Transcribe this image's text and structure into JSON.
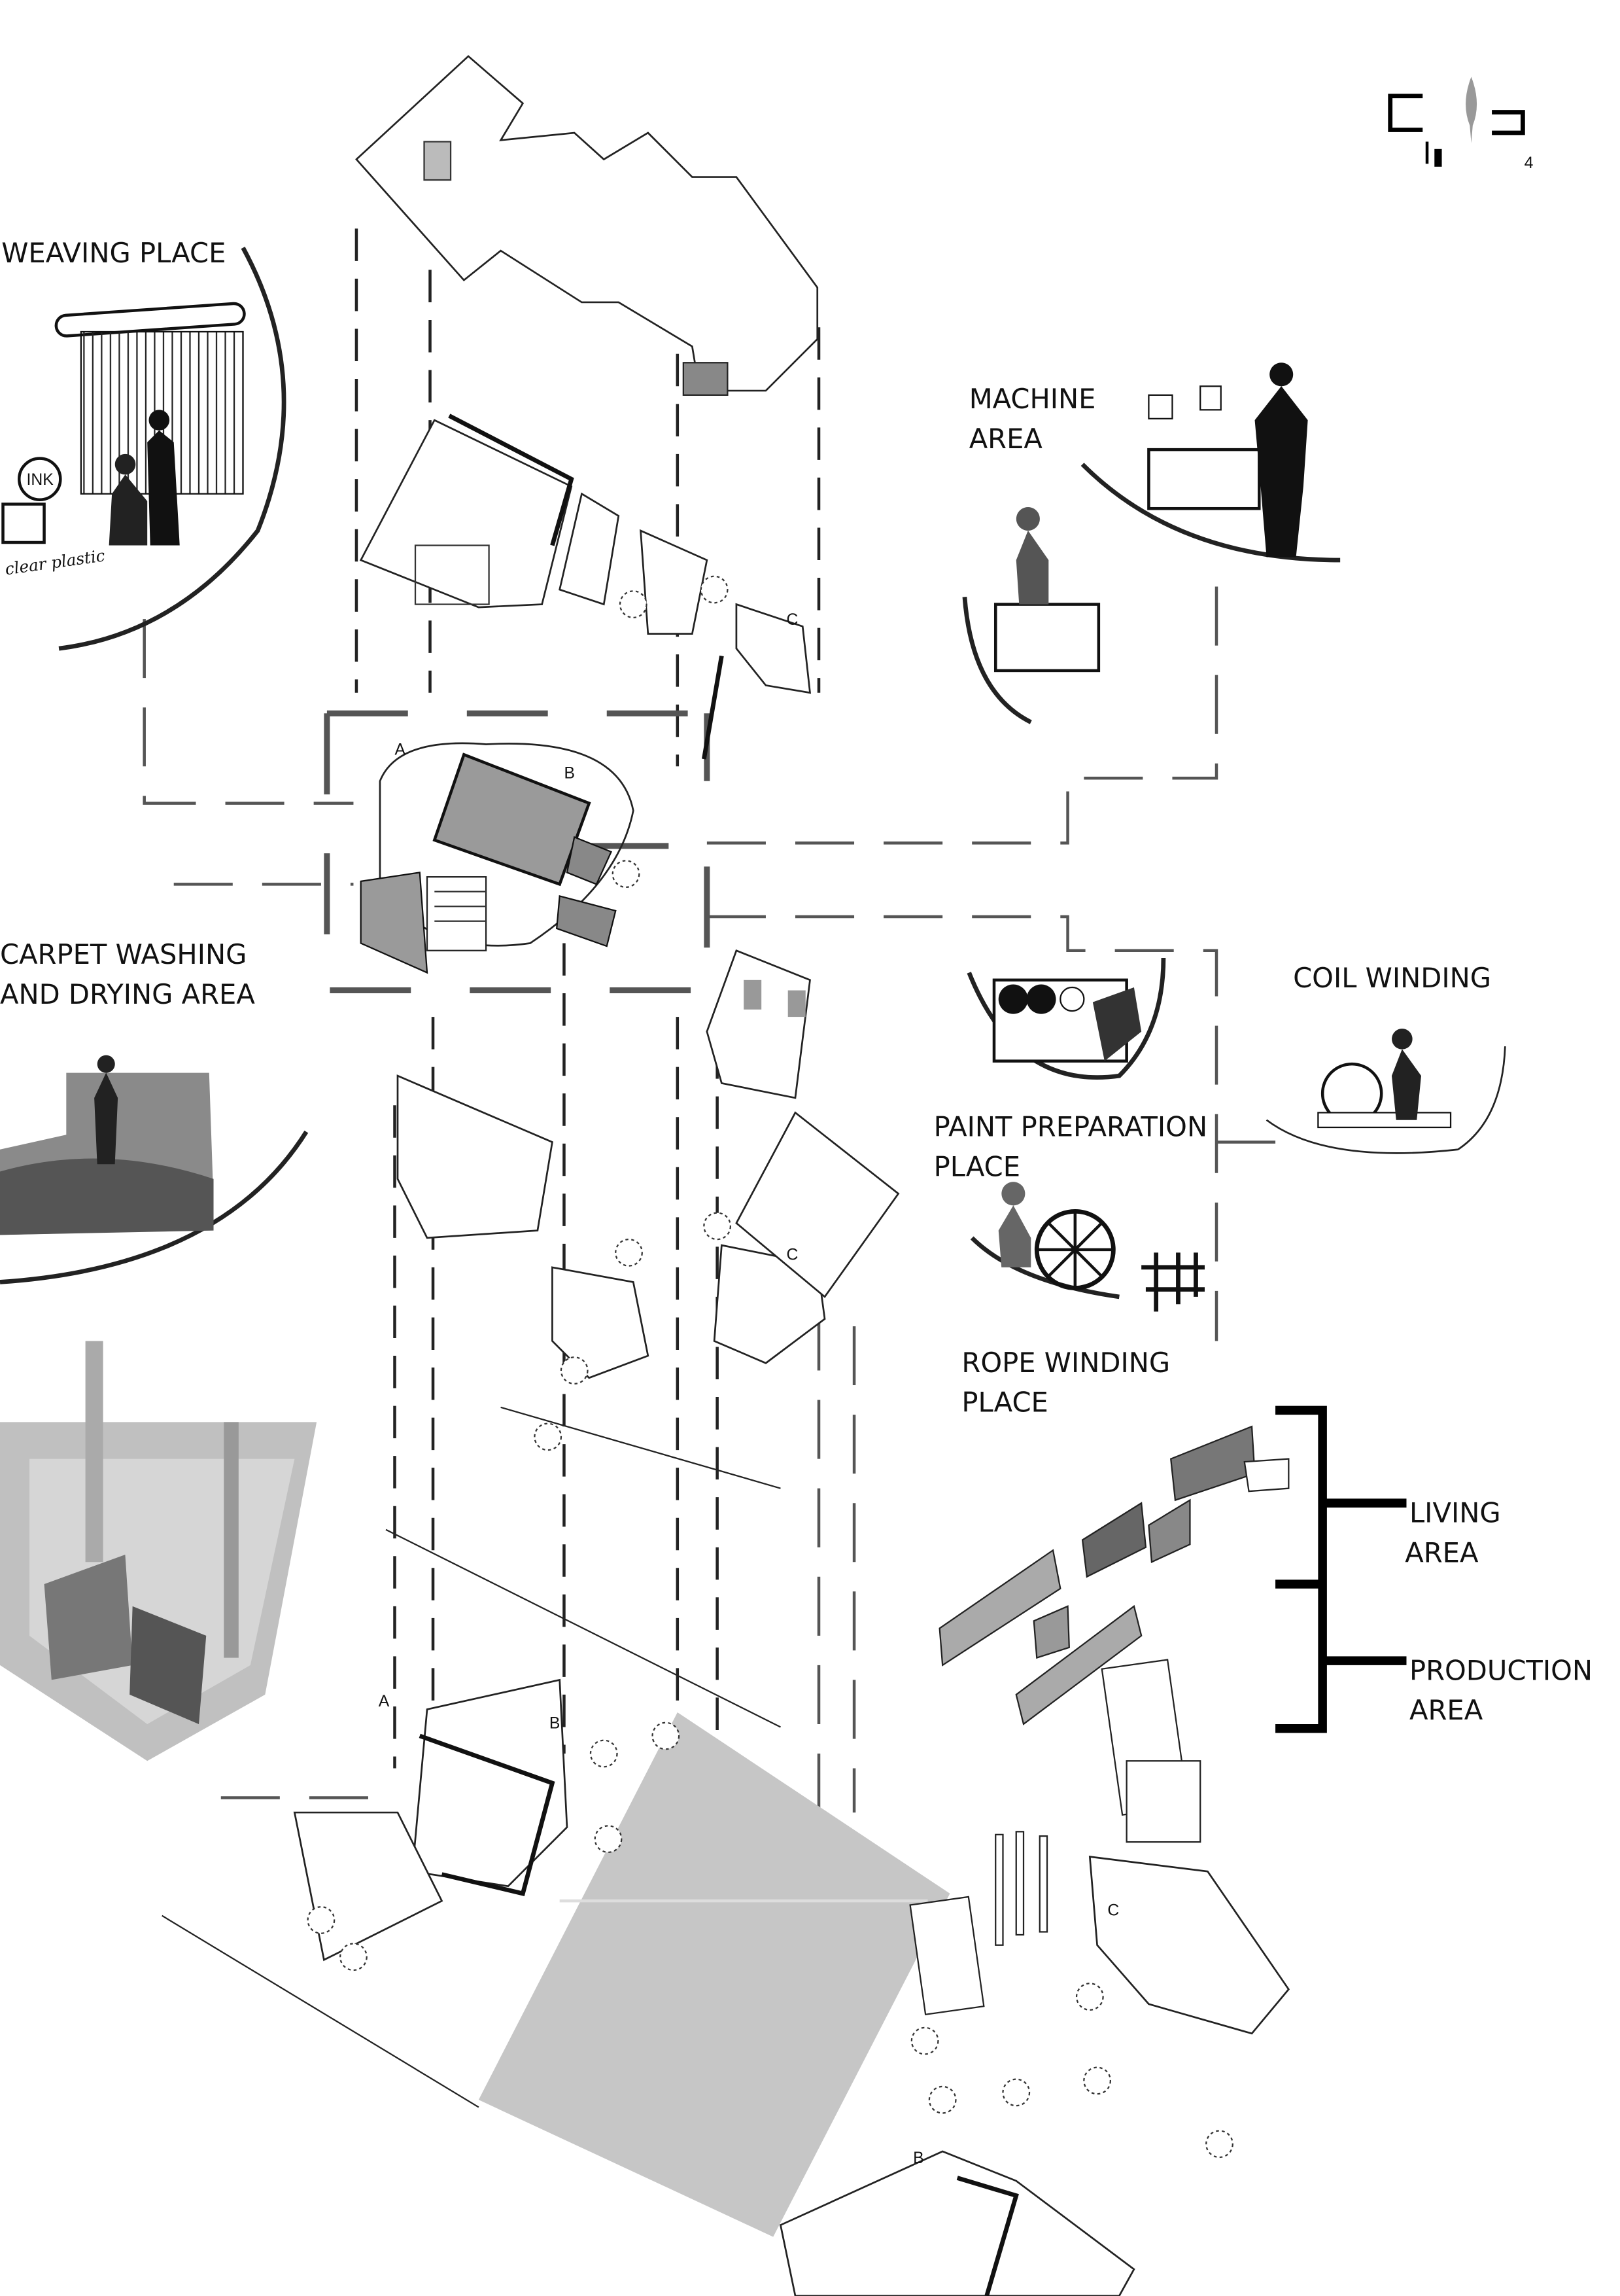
{
  "title_mark": {
    "page_number": "4"
  },
  "labels": {
    "weaving": "WEAVING PLACE",
    "machine_1": "MACHINE",
    "machine_2": "AREA",
    "carpet_1": "CARPET WASHING",
    "carpet_2": "AND DRYING AREA",
    "coil": "COIL WINDING",
    "paint_1": "PAINT PREPARATION",
    "paint_2": "PLACE",
    "rope_1": "ROPE WINDING",
    "rope_2": "PLACE",
    "living_1": "LIVING",
    "living_2": "AREA",
    "production_1": "PRODUCTION",
    "production_2": "AREA"
  },
  "sketch_notes": {
    "ink": "INK",
    "clear_plastic": "clear plastic"
  },
  "section_marks": [
    "A",
    "B",
    "C"
  ],
  "colors": {
    "ink": "#111111",
    "dash": "#555555",
    "gray_fill": "#9a9a9a",
    "ground": "#c8c8c8"
  }
}
